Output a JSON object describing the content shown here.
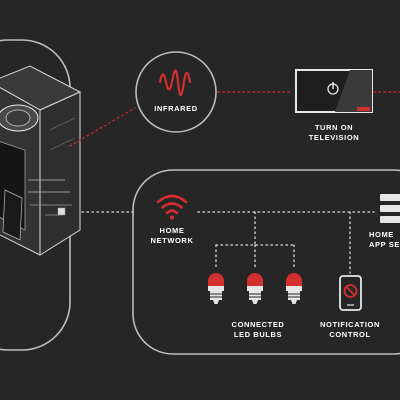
{
  "colors": {
    "background": "#262626",
    "outline": "#bdbdbd",
    "accent_red": "#d32f2f",
    "dot_red": "#c62828",
    "dot_white": "#e0e0e0",
    "text": "#ffffff"
  },
  "labels": {
    "infrared": "INFRARED",
    "turn_on_line1": "TURN ON",
    "turn_on_line2": "TELEVISION",
    "home_network_line1": "HOME",
    "home_network_line2": "NETWORK",
    "app_server_line1": "HOME",
    "app_server_line2": "APP SE",
    "bulbs_line1": "CONNECTED",
    "bulbs_line2": "LED BULBS",
    "notification_line1": "NOTIFICATION",
    "notification_line2": "CONTROL"
  },
  "icons": {
    "infrared": "infrared-wave-icon",
    "television": "television-power-icon",
    "wifi": "wifi-icon",
    "server": "server-stack-icon",
    "bulb": "led-bulb-icon",
    "phone": "phone-notification-icon",
    "device": "home-hub-device-illustration"
  }
}
